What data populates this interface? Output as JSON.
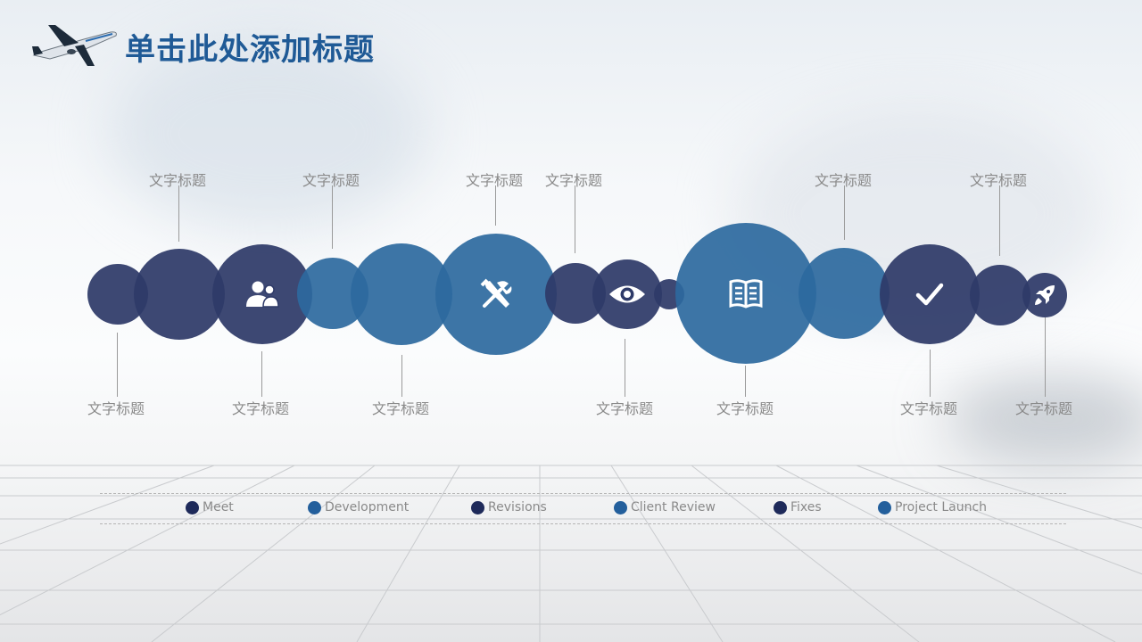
{
  "title": "单击此处添加标题",
  "labels": {
    "top": [
      "文字标题",
      "文字标题",
      "文字标题",
      "文字标题",
      "文字标题",
      "文字标题"
    ],
    "bottom": [
      "文字标题",
      "文字标题",
      "文字标题",
      "文字标题",
      "文字标题",
      "文字标题",
      "文字标题"
    ]
  },
  "legend": [
    {
      "label": "Meet",
      "color": "#1e2a5a"
    },
    {
      "label": "Development",
      "color": "#235f9c"
    },
    {
      "label": "Revisions",
      "color": "#1e2a5a"
    },
    {
      "label": "Client Review",
      "color": "#235f9c"
    },
    {
      "label": "Fixes",
      "color": "#1e2a5a"
    },
    {
      "label": "Project Launch",
      "color": "#235f9c"
    }
  ],
  "colors": {
    "dark": "#2e3a68",
    "blue": "#2c699e",
    "title": "#1f5a96"
  },
  "icons": [
    "users-icon",
    "tools-icon",
    "eye-icon",
    "book-icon",
    "checkmark-icon",
    "rocket-icon"
  ]
}
